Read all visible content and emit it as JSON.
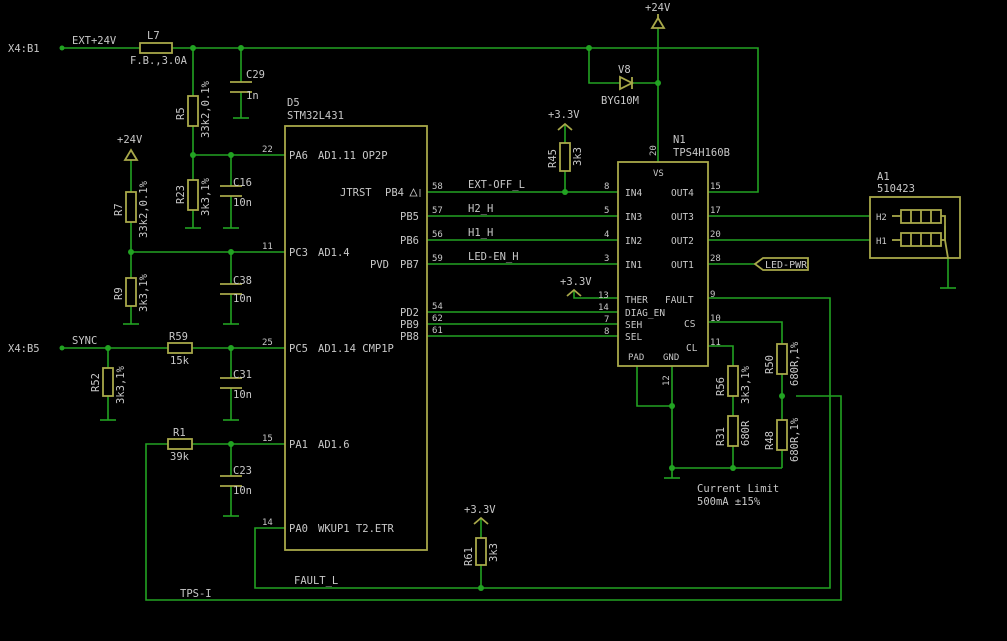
{
  "chips": {
    "d5": {
      "ref": "D5",
      "part": "STM32L431",
      "pins": [
        {
          "num": "22",
          "name": "PA6",
          "func": "AD1.11 OP2P"
        },
        {
          "num": "11",
          "name": "PC3",
          "func": "AD1.4"
        },
        {
          "num": "25",
          "name": "PC5",
          "func": "AD1.14 CMP1P"
        },
        {
          "num": "15",
          "name": "PA1",
          "func": "AD1.6"
        },
        {
          "num": "14",
          "name": "PA0",
          "func": "WKUP1 T2.ETR"
        }
      ],
      "rpins": [
        {
          "num": "58",
          "name": "PB4",
          "func": "JTRST"
        },
        {
          "num": "57",
          "name": "PB5",
          "func": ""
        },
        {
          "num": "56",
          "name": "PB6",
          "func": ""
        },
        {
          "num": "59",
          "name": "PB7",
          "func": "PVD"
        },
        {
          "num": "54",
          "name": "PD2",
          "func": ""
        },
        {
          "num": "62",
          "name": "PB9",
          "func": ""
        },
        {
          "num": "61",
          "name": "PB8",
          "func": ""
        }
      ]
    },
    "n1": {
      "ref": "N1",
      "part": "TPS4H160B",
      "vs": "VS",
      "vs_pin": "20",
      "left": [
        {
          "num": "8",
          "name": "IN4"
        },
        {
          "num": "5",
          "name": "IN3"
        },
        {
          "num": "4",
          "name": "IN2"
        },
        {
          "num": "3",
          "name": "IN1"
        },
        {
          "num": "13",
          "name": "THER"
        },
        {
          "num": "14",
          "name": "DIAG_EN"
        },
        {
          "num": "7",
          "name": "SEH"
        },
        {
          "num": "8",
          "name": "SEL"
        }
      ],
      "right": [
        {
          "num": "15",
          "name": "OUT4"
        },
        {
          "num": "17",
          "name": "OUT3"
        },
        {
          "num": "20",
          "name": "OUT2"
        },
        {
          "num": "28",
          "name": "OUT1"
        },
        {
          "num": "9",
          "name": "FAULT"
        },
        {
          "num": "10",
          "name": "CS"
        },
        {
          "num": "11",
          "name": "CL"
        }
      ],
      "pad": "PAD",
      "gnd": "GND",
      "gnd_pin": "12"
    },
    "a1": {
      "ref": "A1",
      "part": "510423",
      "h2": "H2",
      "h1": "H1"
    }
  },
  "nets": {
    "ext24": "EXT+24V",
    "x4b1": "X4:B1",
    "x4b5": "X4:B5",
    "sync": "SYNC",
    "ext_off": "EXT-OFF_L",
    "h2h": "H2_H",
    "h1h": "H1_H",
    "leden": "LED-EN_H",
    "ledpwr": "LED-PWR",
    "fault_l": "FAULT_L",
    "tps_i": "TPS-I",
    "p24a": "+24V",
    "p24b": "+24V",
    "p33a": "+3.3V",
    "p33b": "+3.3V",
    "p33c": "+3.3V"
  },
  "parts": {
    "l7": {
      "ref": "L7",
      "val": "F.B.,3.0A"
    },
    "c29": {
      "ref": "C29",
      "val": "1n"
    },
    "r5": {
      "ref": "R5",
      "val": "33k2,0.1%"
    },
    "r23": {
      "ref": "R23",
      "val": "3k3,1%"
    },
    "c16": {
      "ref": "C16",
      "val": "10n"
    },
    "r7": {
      "ref": "R7",
      "val": "33k2,0.1%"
    },
    "r9": {
      "ref": "R9",
      "val": "3k3,1%"
    },
    "c38": {
      "ref": "C38",
      "val": "10n"
    },
    "r59": {
      "ref": "R59",
      "val": "15k"
    },
    "r52": {
      "ref": "R52",
      "val": "3k3,1%"
    },
    "c31": {
      "ref": "C31",
      "val": "10n"
    },
    "r1": {
      "ref": "R1",
      "val": "39k"
    },
    "c23": {
      "ref": "C23",
      "val": "10n"
    },
    "r45": {
      "ref": "R45",
      "val": "3k3"
    },
    "r61": {
      "ref": "R61",
      "val": "3k3"
    },
    "v8": {
      "ref": "V8",
      "val": "BYG10M"
    },
    "r56": {
      "ref": "R56",
      "val": "3k3,1%"
    },
    "r31": {
      "ref": "R31",
      "val": "680R"
    },
    "r50": {
      "ref": "R50",
      "val": "680R,1%"
    },
    "r48": {
      "ref": "R48",
      "val": "680R,1%"
    }
  },
  "note": {
    "line1": "Current Limit",
    "line2": "500mA ±15%"
  }
}
